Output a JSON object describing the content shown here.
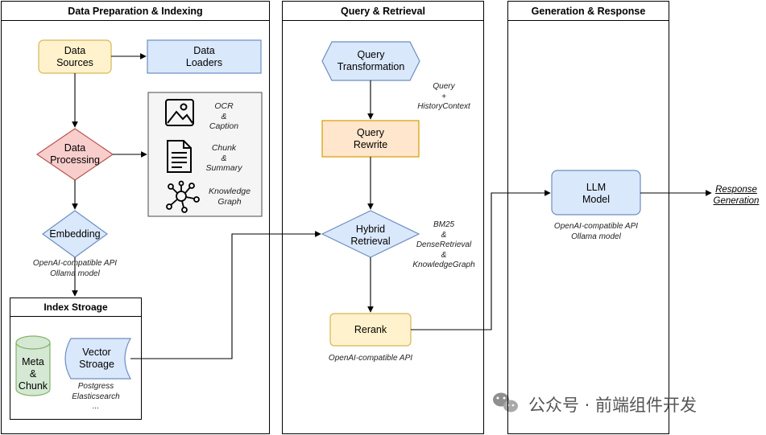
{
  "panels": {
    "prep": {
      "title": "Data Preparation & Indexing"
    },
    "query": {
      "title": "Query & Retrieval"
    },
    "gen": {
      "title": "Generation & Response"
    }
  },
  "nodes": {
    "data_sources": "Data\nSources",
    "data_loaders": "Data\nLoaders",
    "data_processing": "Data\nProcessing",
    "embedding": "Embedding",
    "embedding_note": "OpenAI-compatible API\nOllama model",
    "index_storage_title": "Index Stroage",
    "meta_chunk": "Meta\n&\nChunk",
    "vector_storage": "Vector\nStroage",
    "vector_storage_note": "Postgress\nElasticsearch\n...",
    "query_transformation": "Query\nTransformation",
    "query_history_note": "Query\n+\nHistoryContext",
    "query_rewrite": "Query\nRewrite",
    "hybrid_retrieval": "Hybrid\nRetrieval",
    "hybrid_note": "BM25\n&\nDenseRetrieval\n&\nKnowledgeGraph",
    "rerank": "Rerank",
    "rerank_note": "OpenAI-compatible API",
    "llm_model": "LLM\nModel",
    "llm_note": "OpenAI-compatible API\nOllama model",
    "response_generation": "Response\nGeneration"
  },
  "processing_outputs": [
    {
      "icon": "image-icon",
      "label": "OCR\n&\nCaption"
    },
    {
      "icon": "document-icon",
      "label": "Chunk\n&\nSummary"
    },
    {
      "icon": "knowledge-graph-icon",
      "label": "Knowledge\nGraph"
    }
  ],
  "watermark": {
    "icon": "wechat-icon",
    "text": "公众号 · 前端组件开发"
  },
  "colors": {
    "yellow_fill": "#fff2cc",
    "yellow_stroke": "#d6b656",
    "blue_fill": "#dae8fc",
    "blue_stroke": "#6c8ebf",
    "red_fill": "#f8cecc",
    "red_stroke": "#b85450",
    "orange_fill": "#ffe6cc",
    "orange_stroke": "#d79b00",
    "green_fill": "#d5e8d4",
    "green_stroke": "#82b366",
    "grey_fill": "#f5f5f5",
    "grey_stroke": "#666666"
  }
}
